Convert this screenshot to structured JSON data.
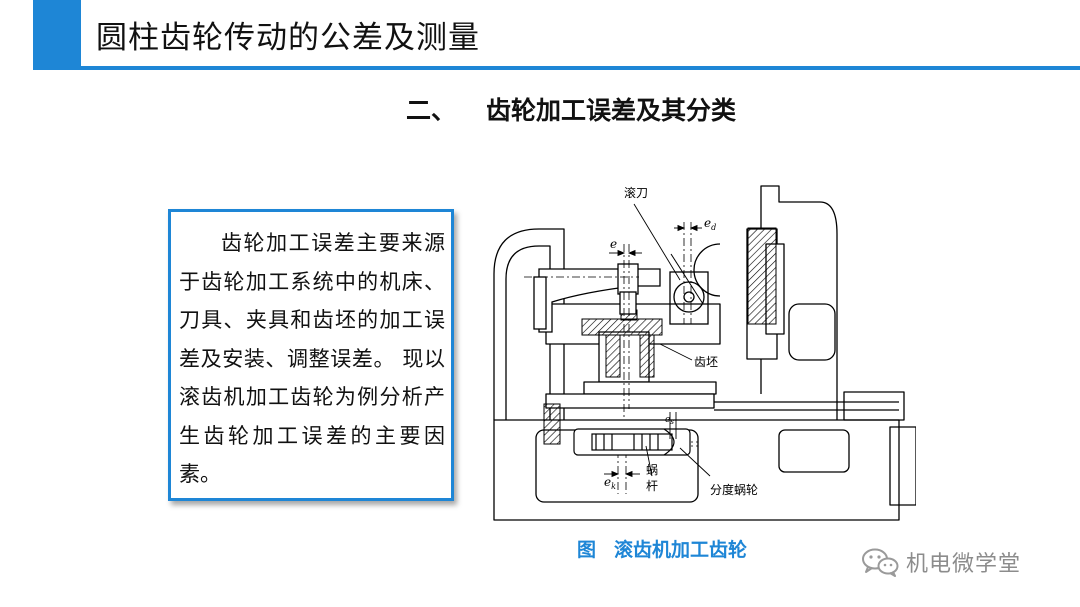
{
  "header": {
    "title": "圆柱齿轮传动的公差及测量"
  },
  "section": {
    "number": "二、",
    "title": "齿轮加工误差及其分类"
  },
  "textbox": {
    "body": "齿轮加工误差主要来源于齿轮加工系统中的机床、刀具、夹具和齿坯的加工误差及安装、调整误差。 现以滚齿机加工齿轮为例分析产生齿轮加工误差的主要因素。"
  },
  "diagram": {
    "labels": {
      "hob": "滚刀",
      "ed": "e",
      "ed_sub": "d",
      "e": "e",
      "blank": "齿坯",
      "ek": "e",
      "ek_sub": "k",
      "es": "e",
      "es_sub": "s",
      "worm_1": "蜗",
      "worm_2": "杆",
      "index_worm_wheel": "分度蜗轮"
    },
    "caption_prefix": "图",
    "caption_title": "滚齿机加工齿轮"
  },
  "watermark": {
    "icon": "wechat-icon",
    "text": "机电微学堂"
  },
  "colors": {
    "accent": "#1e86d6",
    "text": "#111111",
    "watermark": "#8c8c8c"
  }
}
